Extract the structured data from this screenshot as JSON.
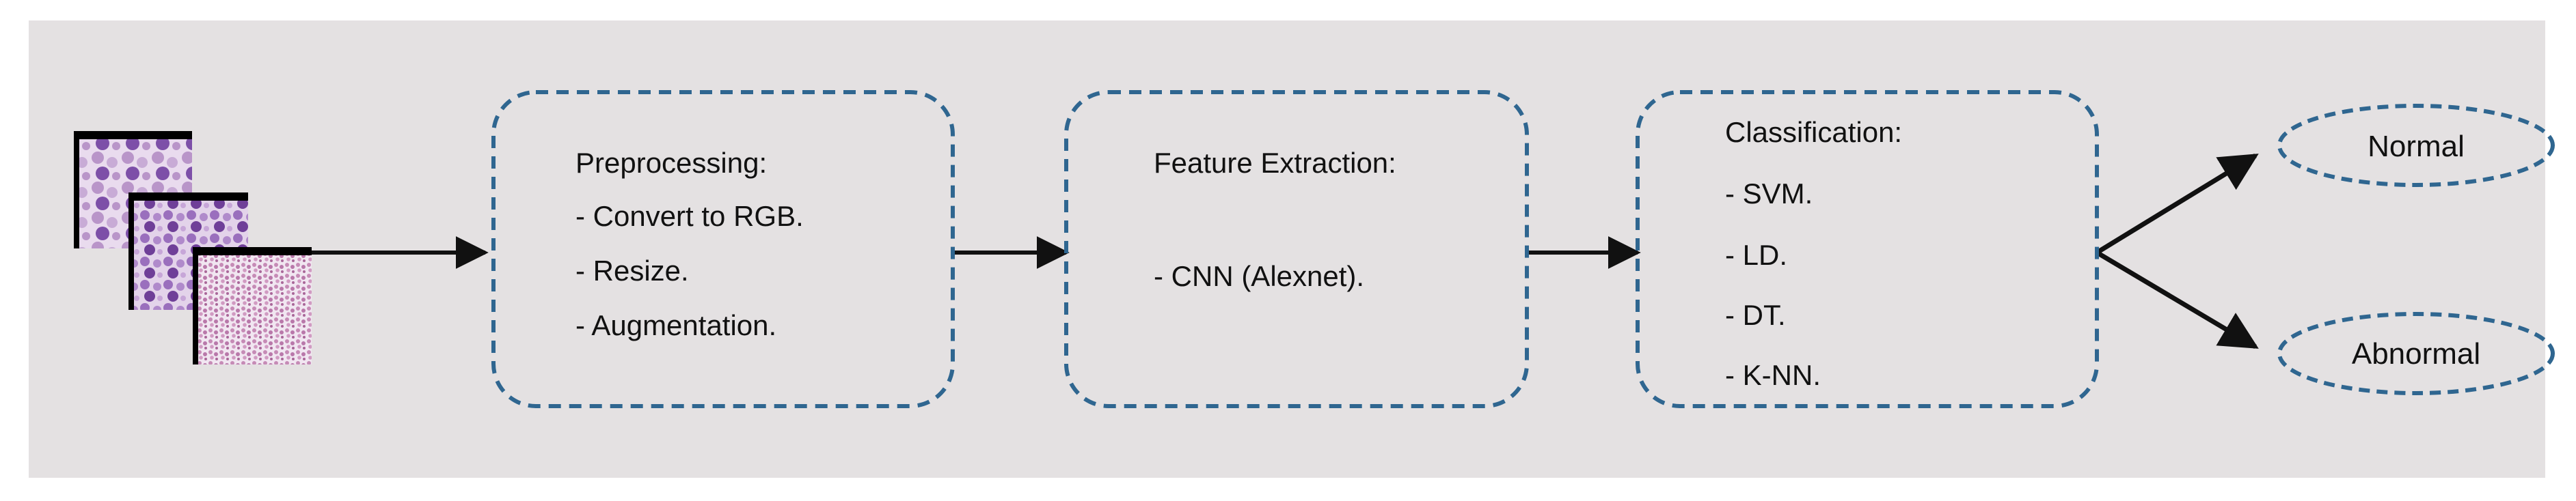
{
  "stages": {
    "preprocessing": {
      "title": "Preprocessing:",
      "items": [
        "- Convert to RGB.",
        "- Resize.",
        "- Augmentation."
      ]
    },
    "feature_extraction": {
      "title": "Feature Extraction:",
      "items": [
        "- CNN (Alexnet)."
      ]
    },
    "classification": {
      "title": "Classification:",
      "items": [
        "- SVM.",
        "- LD.",
        "- DT.",
        "- K-NN."
      ]
    }
  },
  "outputs": {
    "normal": "Normal",
    "abnormal": "Abnormal"
  },
  "colors": {
    "panel_background": "#e4e1e2",
    "dashed_border": "#2f6690",
    "arrow": "#111111",
    "stain_purple": "#7b4fa6",
    "stain_pink": "#c7a6cf"
  },
  "icons": {
    "input_images": "stacked-microscopy-image-icons"
  }
}
